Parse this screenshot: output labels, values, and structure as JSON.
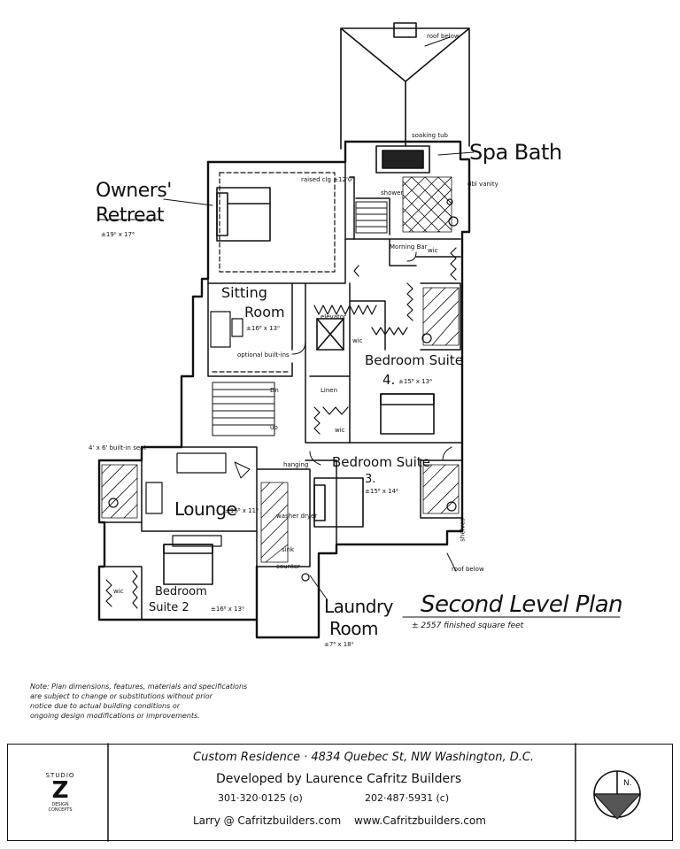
{
  "plan": {
    "title": "Second Level Plan",
    "area": "± 2557 finished square feet"
  },
  "rooms": {
    "spa_bath": "Spa Bath",
    "owners_retreat_1": "Owners'",
    "owners_retreat_2": "Retreat",
    "owners_dim": "±19⁰ x 17⁶",
    "sitting_1": "Sitting",
    "sitting_2": "Room",
    "sitting_dim": "±16⁸ x 13⁰",
    "bedroom4_1": "Bedroom Suite",
    "bedroom4_2": "4.",
    "bedroom4_dim": "±15⁸ x 13⁶",
    "bedroom3_1": "Bedroom Suite",
    "bedroom3_2": "3.",
    "bedroom3_dim": "±15⁸ x 14⁶",
    "lounge": "Lounge",
    "lounge_dim": "±16⁸ x 11⁶",
    "bedroom2_1": "Bedroom",
    "bedroom2_2": "Suite 2",
    "bedroom2_dim": "±16⁸ x 13⁰",
    "laundry_1": "Laundry",
    "laundry_2": "Room",
    "laundry_dim": "±7⁶ x 18⁰"
  },
  "annotations": {
    "roof_below_top": "roof below",
    "soaking_tub": "soaking tub",
    "dbl_vanity": "dbl vanity",
    "shower": "shower",
    "raised_clg": "raised clg ±12'0\"",
    "morning_bar": "Morning Bar",
    "wic": "wic",
    "linen": "Linen",
    "elevator": "elevator",
    "optional_built_ins": "optional built-ins",
    "dn": "Dn",
    "up": "up",
    "hanging": "hanging",
    "washer_dryer": "washer dryer",
    "sink": "sink",
    "counter": "counter",
    "shelves": "shelves",
    "roof_below_right": "roof below",
    "window_seat": "4' x 6' built-in seat"
  },
  "note": "Note: Plan dimensions, features, materials and specifications\nare subject to change or substitutions without prior\nnotice due to actual building conditions or\nongoing design modifications or improvements.",
  "title_block": {
    "logo_top": "STUDIO",
    "logo_letter": "Z",
    "logo_bottom": "DESIGN CONCEPTS",
    "project": "Custom Residence · 4834 Quebec St, NW Washington, D.C.",
    "developer": "Developed by Laurence Cafritz Builders",
    "phone_office": "301·320·0125 (o)",
    "phone_cell": "202·487·5931 (c)",
    "email": "Larry @ Cafritzbuilders.com",
    "web": "www.Cafritzbuilders.com",
    "north": "N."
  }
}
